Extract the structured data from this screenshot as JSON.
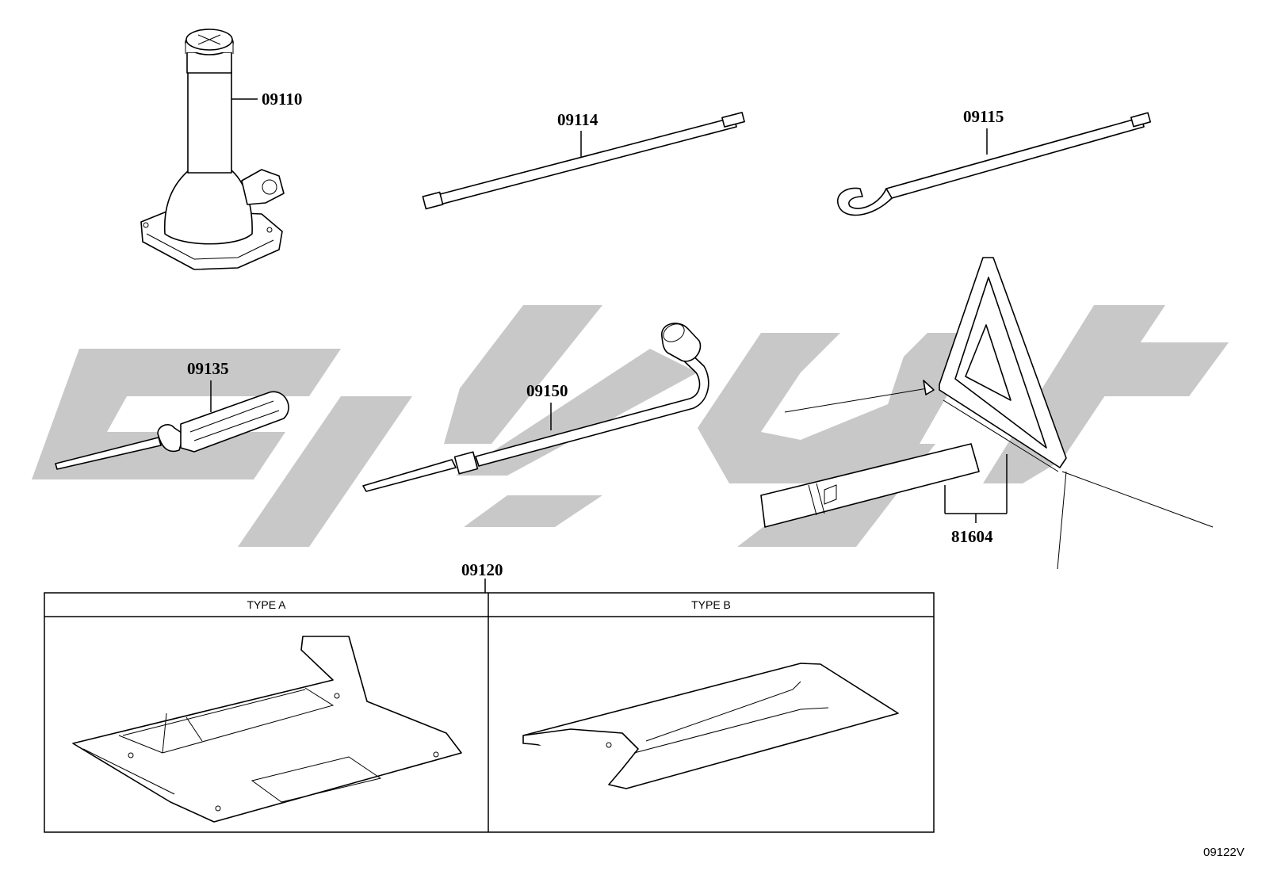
{
  "parts": [
    {
      "id": "jack",
      "number": "09110"
    },
    {
      "id": "extension-bar",
      "number": "09114"
    },
    {
      "id": "hook-handle",
      "number": "09115"
    },
    {
      "id": "screwdriver",
      "number": "09135"
    },
    {
      "id": "lug-wrench",
      "number": "09150"
    },
    {
      "id": "warning-triangle",
      "number": "81604"
    },
    {
      "id": "tool-tray",
      "number": "09120"
    }
  ],
  "tray_table": {
    "type_a_label": "TYPE A",
    "type_b_label": "TYPE B"
  },
  "diagram_code": "09122V",
  "colors": {
    "line": "#000000",
    "watermark": "#c8c8c8",
    "background": "#ffffff"
  }
}
